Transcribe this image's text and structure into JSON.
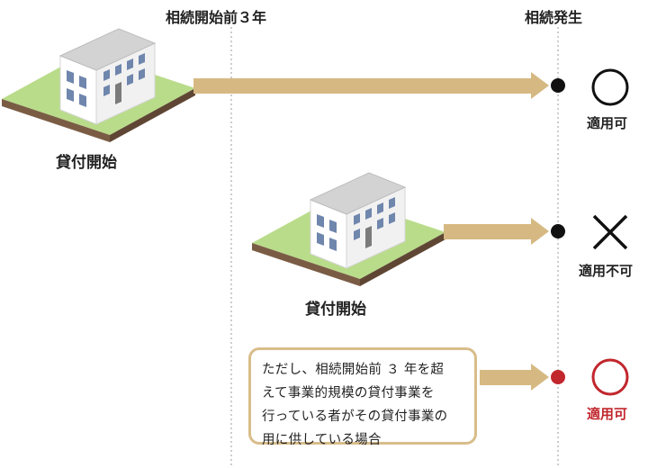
{
  "headers": {
    "three_years_before": "相続開始前３年",
    "inheritance_start": "相続発生"
  },
  "rows": [
    {
      "start_label": "貸付開始",
      "result_symbol": "circle",
      "result_label": "適用可",
      "result_color": "#222222"
    },
    {
      "start_label": "貸付開始",
      "result_symbol": "cross",
      "result_label": "適用不可",
      "result_color": "#222222"
    },
    {
      "result_symbol": "circle",
      "result_label": "適用可",
      "result_color": "#c1272d"
    }
  ],
  "note": {
    "lines": [
      "ただし、相続開始前 ３ 年を超",
      "えて事業的規模の貸付事業を",
      "行っている者がその貸付事業の",
      "用に供している場合"
    ]
  },
  "colors": {
    "arrow": "#d6b982",
    "accent_red": "#c1272d",
    "grass": "#b9dc8a",
    "soil": "#7a5c45",
    "building_wall": "#ffffff",
    "building_roof": "#cfcfcf",
    "window": "#6f86ad"
  }
}
